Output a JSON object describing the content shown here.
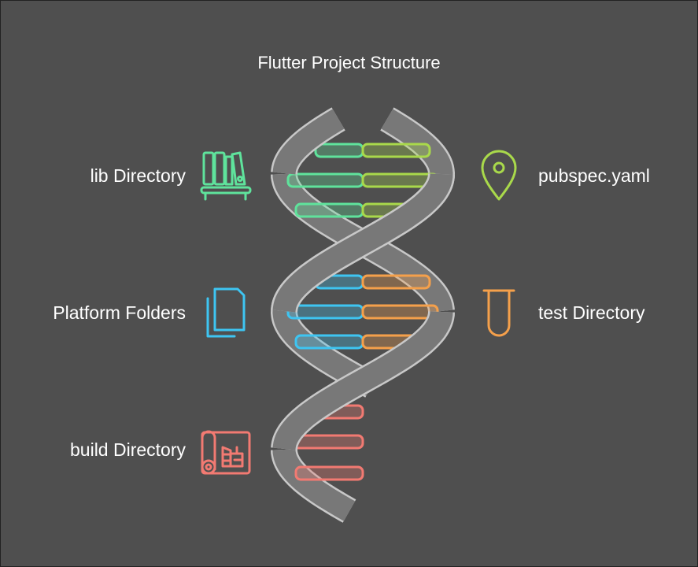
{
  "title": "Flutter Project Structure",
  "items": [
    {
      "label": "lib Directory",
      "icon": "bookshelf-icon",
      "color": "#5fe39c"
    },
    {
      "label": "pubspec.yaml",
      "icon": "map-pin-icon",
      "color": "#a9d94b"
    },
    {
      "label": "Platform Folders",
      "icon": "files-icon",
      "color": "#3ec5f2"
    },
    {
      "label": "test Directory",
      "icon": "test-tube-icon",
      "color": "#f5a04b"
    },
    {
      "label": "build Directory",
      "icon": "blueprint-icon",
      "color": "#f27a72"
    }
  ]
}
